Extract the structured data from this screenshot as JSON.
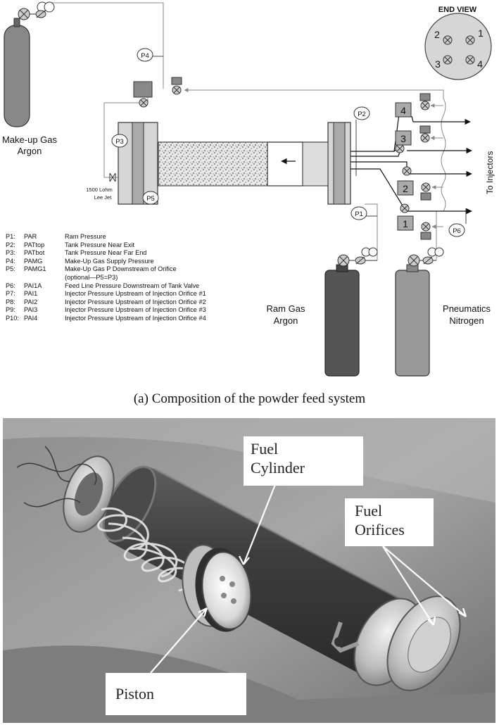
{
  "diagram": {
    "end_view_title": "END VIEW",
    "end_view_numbers": [
      "2",
      "1",
      "3",
      "4"
    ],
    "makeup_gas_line1": "Make-up Gas",
    "makeup_gas_line2": "Argon",
    "jet_line1": "1500 Lohm",
    "jet_line2": "Lee Jet",
    "to_injectors": "To Injectors",
    "ram_gas_line1": "Ram Gas",
    "ram_gas_line2": "Argon",
    "pneumatics_line1": "Pneumatics",
    "pneumatics_line2": "Nitrogen",
    "sensor_tags": [
      "P1",
      "P2",
      "P3",
      "P4",
      "P5",
      "P6"
    ],
    "injector_box_numbers": [
      "4",
      "3",
      "2",
      "1"
    ],
    "legend": [
      {
        "id": "P1:",
        "code": "PAR",
        "desc": "Ram Pressure"
      },
      {
        "id": "P2:",
        "code": "PATtop",
        "desc": "Tank Pressure Near Exit"
      },
      {
        "id": "P3:",
        "code": "PATbot",
        "desc": "Tank Pressure Near Far End"
      },
      {
        "id": "P4:",
        "code": "PAMG",
        "desc": "Make-Up Gas Supply Pressure"
      },
      {
        "id": "P5:",
        "code": "PAMG1",
        "desc": "Make-Up Gas P Downstream of Orifice"
      },
      {
        "id": "",
        "code": "",
        "desc": "(optional—P5=P3)"
      },
      {
        "id": "P6:",
        "code": "PAI1A",
        "desc": "Feed Line Pressure Downstream of Tank Valve"
      },
      {
        "id": "P7:",
        "code": "PAI1",
        "desc": "Injector Pressure Upstream of Injection Orifice #1"
      },
      {
        "id": "P8:",
        "code": "PAI2",
        "desc": "Injector Pressure Upstream of Injection Orifice #2"
      },
      {
        "id": "P9:",
        "code": "PAI3",
        "desc": "Injector Pressure Upstream of Injection Orifice #3"
      },
      {
        "id": "P10:",
        "code": "PAI4",
        "desc": "Injector Pressure Upstream of Injection Orifice #4"
      }
    ]
  },
  "caption": "(a) Composition of the powder feed system",
  "photo": {
    "label_fuel_cylinder_1": "Fuel",
    "label_fuel_cylinder_2": "Cylinder",
    "label_fuel_orifices_1": "Fuel",
    "label_fuel_orifices_2": "Orifices",
    "label_piston": "Piston"
  }
}
